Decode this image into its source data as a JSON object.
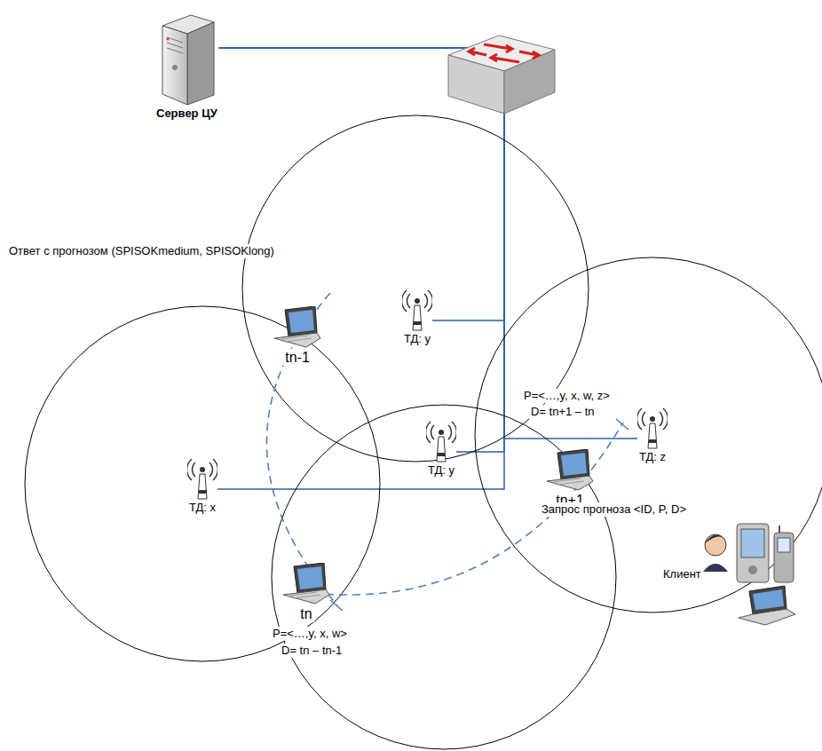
{
  "diagram": {
    "nodes": [
      {
        "text": [
          "Сервер ЦУ"
        ]
      },
      {
        "text": [
          "ТД: y"
        ]
      },
      {
        "text": [
          "tn-1"
        ]
      },
      {
        "text": [
          "ТД: z"
        ]
      },
      {
        "text": [
          "tn+1"
        ]
      },
      {
        "text": [
          "ТД: x"
        ]
      },
      {
        "text": [
          "tn"
        ]
      },
      {
        "text": [
          "ТД: y"
        ]
      },
      {
        "text": [
          "Клиент"
        ]
      }
    ],
    "edges": [
      {
        "from": 0,
        "to": 1,
        "arrow": "none"
      },
      {
        "from": 0,
        "to": 3,
        "arrow": "none"
      },
      {
        "from": 0,
        "to": 5,
        "arrow": "none"
      },
      {
        "from": 0,
        "to": 7,
        "arrow": "none"
      }
    ],
    "labels": [
      "Ответ с прогнозом (SPISOKmedium, SPISOKlong)",
      "P=<…,y, x, w, z>",
      "D= tn+1 – tn",
      "Запрос прогноза <ID, P, D>",
      "P=<…,y, x, w>",
      "D= tn – tn-1"
    ]
  }
}
